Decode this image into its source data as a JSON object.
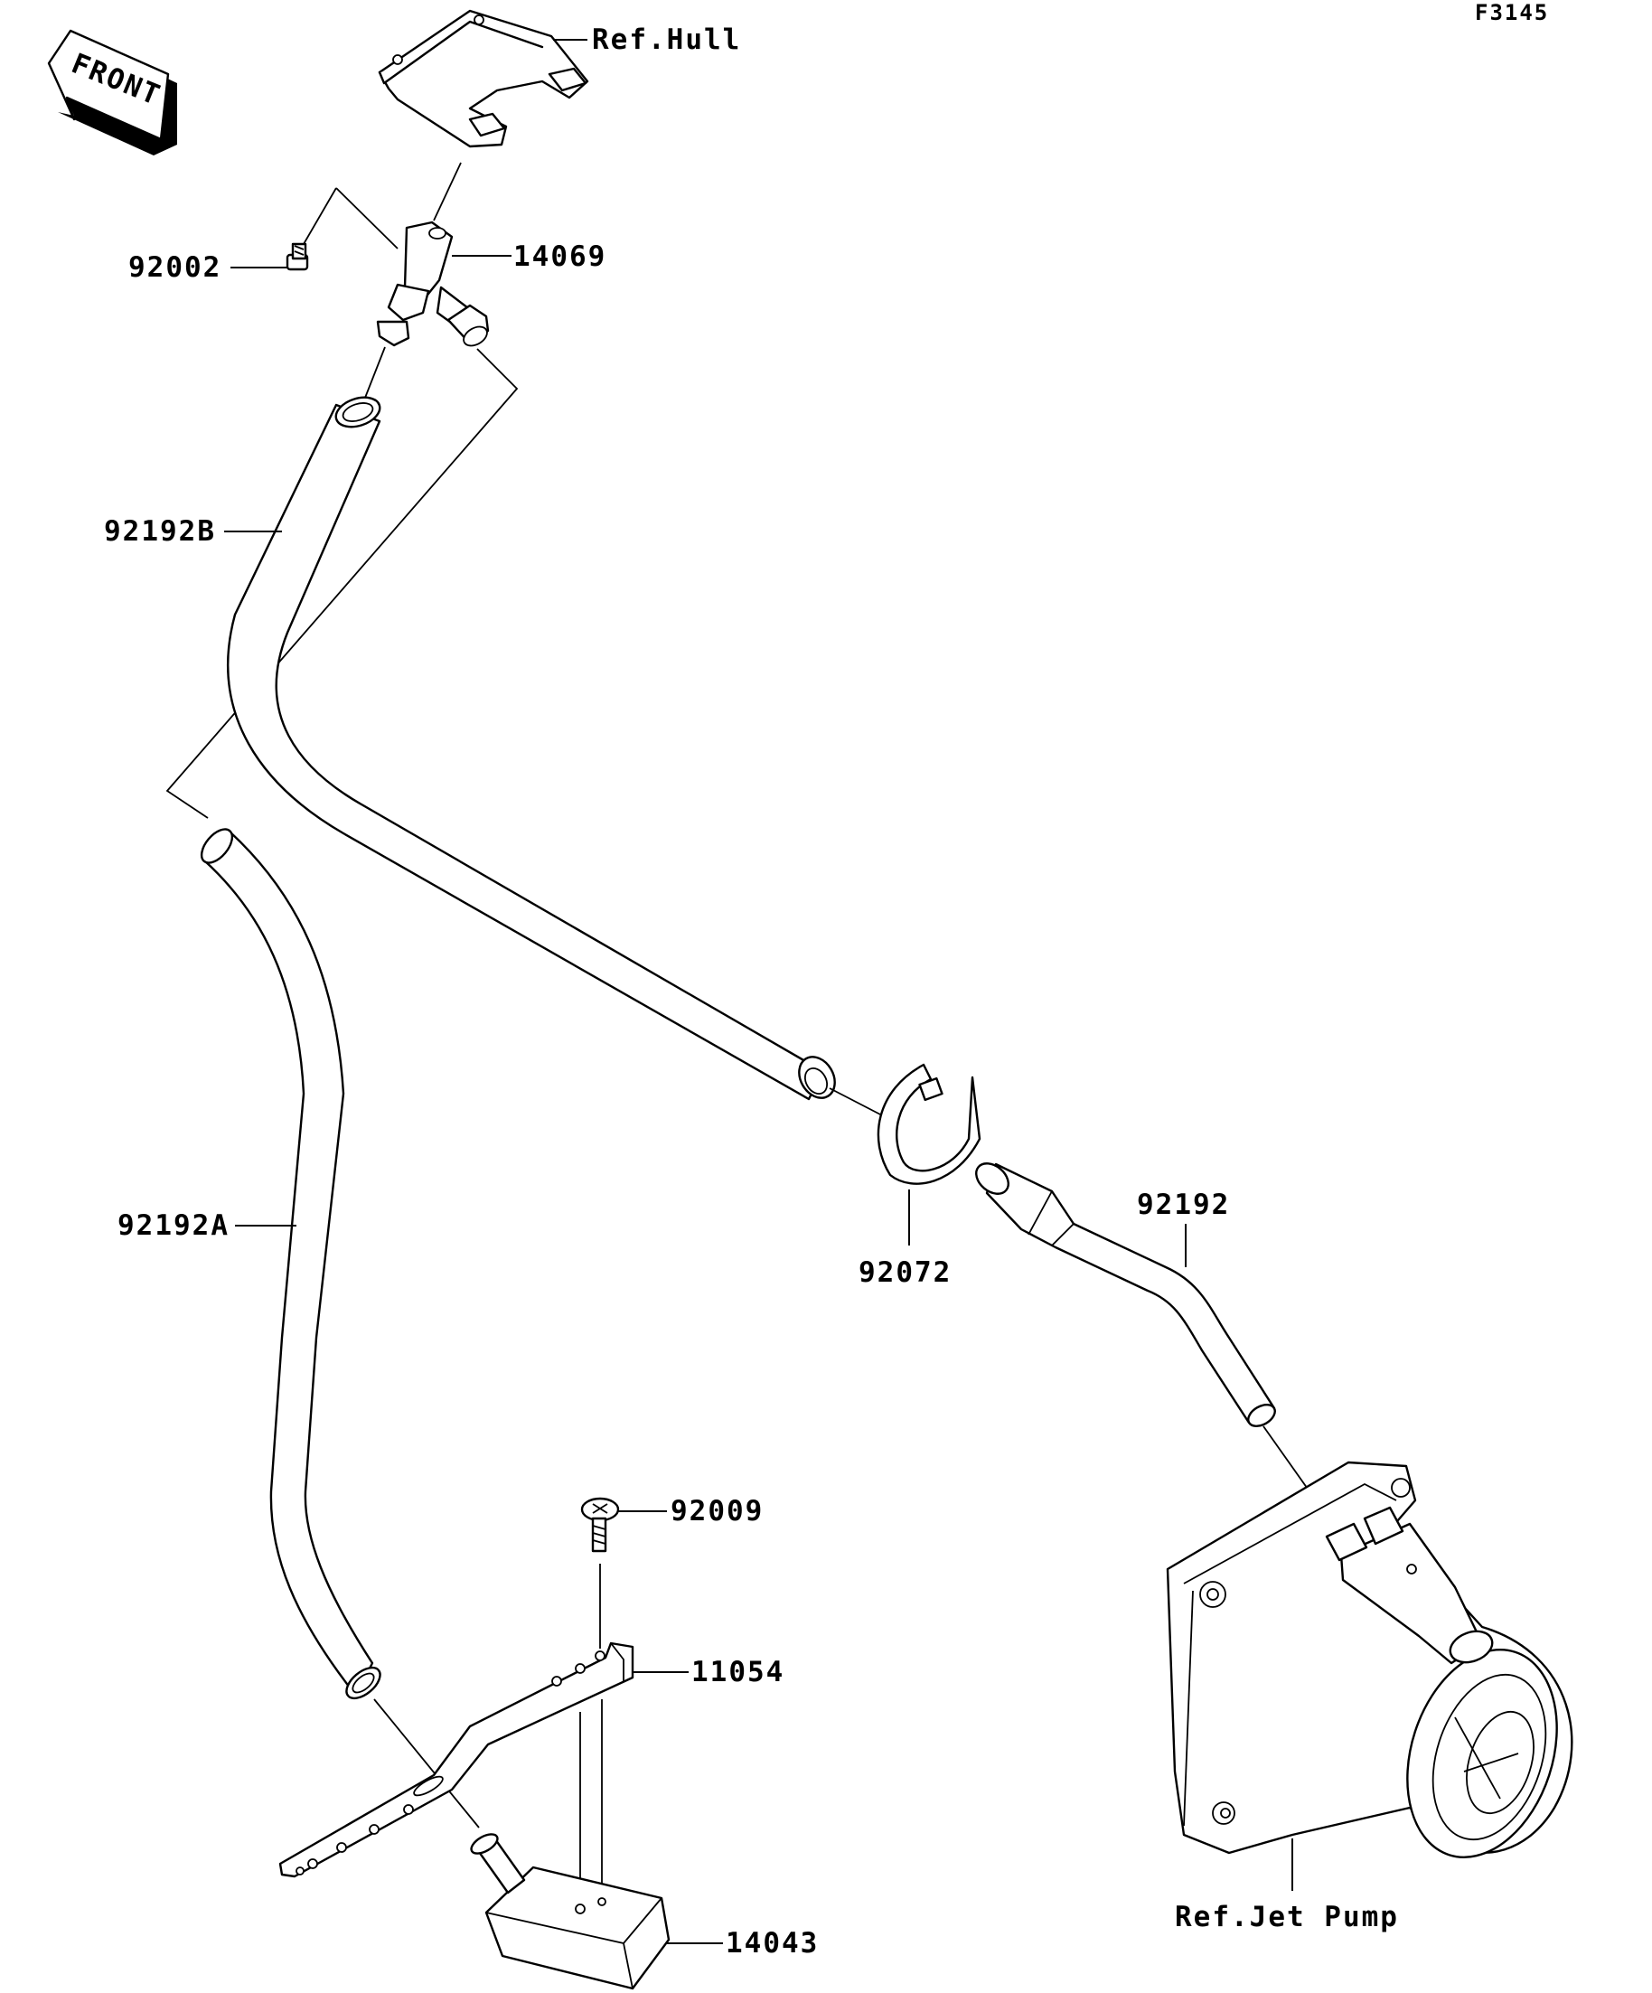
{
  "figure_code": "F3145",
  "front_arrow": {
    "text": "FRONT",
    "icon": "front-direction-arrow-icon"
  },
  "labels": {
    "ref_hull": "Ref.Hull",
    "p14069": "14069",
    "p92002": "92002",
    "p92192B": "92192B",
    "p92192A": "92192A",
    "p92072": "92072",
    "p92192": "92192",
    "p92009": "92009",
    "p11054": "11054",
    "p14043": "14043",
    "ref_jet_pump": "Ref.Jet Pump"
  }
}
